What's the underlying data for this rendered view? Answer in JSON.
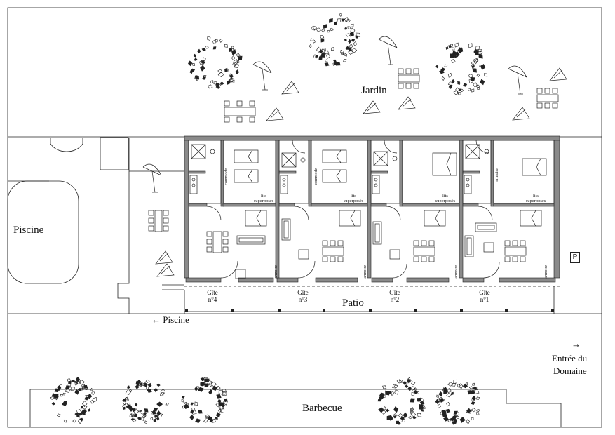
{
  "labels": {
    "jardin": "Jardin",
    "piscine": "Piscine",
    "patio": "Patio",
    "piscine_arrow": "← Piscine",
    "entree_arrow": "→",
    "entree_line1": "Entrée du",
    "entree_line2": "Domaine",
    "barbecue": "Barbecue",
    "parking": "P"
  },
  "gites": [
    {
      "line1": "Gîte",
      "line2": "n°4"
    },
    {
      "line1": "Gîte",
      "line2": "n°3"
    },
    {
      "line1": "Gîte",
      "line2": "n°2"
    },
    {
      "line1": "Gîte",
      "line2": "n°1"
    }
  ],
  "furniture_text": {
    "commode": "commode",
    "armoire": "armoire",
    "lits_line1": "lits",
    "lits_line2": "superposés"
  },
  "colors": {
    "wall": "#8a8a8a",
    "line": "#222222",
    "background": "#ffffff"
  }
}
